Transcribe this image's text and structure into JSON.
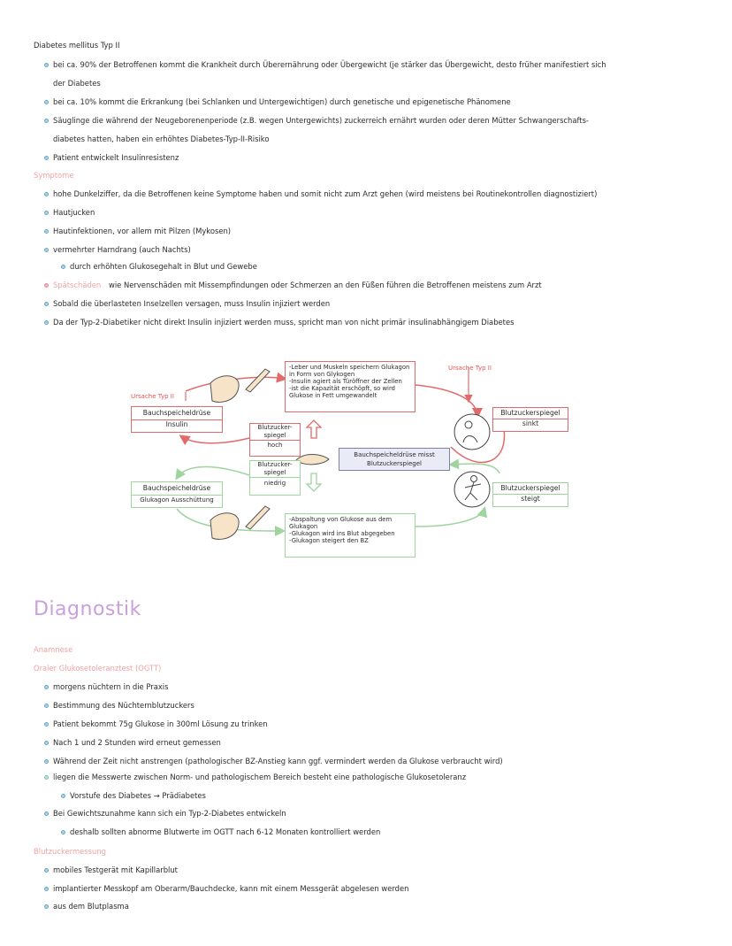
{
  "section1": {
    "heading": "Diabetes mellitus Typ II",
    "bullets": [
      "bei ca. 90% der Betroffenen kommt die Krankheit durch Überernährung oder Übergewicht (je stärker das Übergewicht, desto früher manifestiert sich",
      "der Diabetes",
      "bei ca. 10% kommt die Erkrankung (bei Schlanken und Untergewichtigen) durch genetische und epigenetische Phänomene",
      "Säuglinge die während der Neugeborenenperiode (z.B. wegen Untergewichts) zuckerreich ernährt wurden oder deren Mütter Schwangerschafts-",
      "diabetes hatten, haben ein erhöhtes Diabetes-Typ-II-Risiko",
      "Patient entwickelt Insulinresistenz"
    ]
  },
  "section2": {
    "heading": "Symptome",
    "bullets": [
      "hohe Dunkelziffer, da die Betroffenen keine Symptome haben und somit nicht zum Arzt gehen (wird meistens bei Routinekontrollen diagnostiziert)",
      "Hautjucken",
      "Hautinfektionen, vor allem mit Pilzen (Mykosen)",
      "vermehrter Harndrang (auch Nachts)",
      "durch erhöhten Glukosegehalt in Blut und Gewebe",
      "Spätschäden",
      "wie Nervenschäden mit Missempfindungen oder Schmerzen an den Füßen führen die Betroffenen meistens zum Arzt",
      "Sobald die überlasteten Inselzellen versagen, muss Insulin injiziert werden",
      "Da der Typ-2-Diabetiker nicht direkt Insulin injiziert werden muss, spricht man von nicht primär insulinabhängigem Diabetes"
    ]
  },
  "diagram": {
    "cause_left": "Ursache Typ II",
    "cause_right": "Ursache Typ II",
    "liver_box": "-Leber und Muskeln speichern Glukagon in Form von Glykogen\n-Insulin agiert als Türöffner der Zellen\n-ist die Kapazität erschöpft, so wird Glukose in Fett umgewandelt",
    "pancreas_insulin_title": "Bauchspeicheldrüse",
    "pancreas_insulin_sub": "Insulin",
    "bz_high_line1": "Blutzucker-",
    "bz_high_line2": "spiegel",
    "bz_high_value": "hoch",
    "bz_low_line1": "Blutzucker-",
    "bz_low_line2": "spiegel",
    "bz_low_value": "niedrig",
    "center_line1": "Bauchspeicheldrüse misst",
    "center_line2": "Blutzuckerspiegel",
    "bz_right_top_title": "Blutzuckerspiegel",
    "bz_right_top_value": "sinkt",
    "bz_right_bottom_title": "Blutzuckerspiegel",
    "bz_right_bottom_value": "steigt",
    "pancreas_glukagon_title": "Bauchspeicheldrüse",
    "pancreas_glukagon_sub": "Glukagon Ausschüttung",
    "glukagon_box": "-Abspaltung von Glukose aus dem Glukagon\n-Glukagon wird ins Blut abgegeben\n-Glukagon steigert den BZ"
  },
  "section3": {
    "title": "Diagnostik",
    "sub1": "Anamnese",
    "sub2": "Oraler Glukosetoleranztest (OGTT)",
    "bullets": [
      "morgens nüchtern in die Praxis",
      "Bestimmung des Nüchternblutzuckers",
      "Patient bekommt 75g Glukose in 300ml Lösung zu trinken",
      "Nach 1 und 2 Stunden wird erneut gemessen",
      "Während der Zeit nicht anstrengen (pathologischer BZ-Anstieg kann ggf. vermindert werden da Glukose verbraucht wird)",
      "liegen die Messwerte zwischen Norm- und pathologischem Bereich besteht eine pathologische Glukosetoleranz",
      "Vorstufe des Diabetes → Prädiabetes",
      "Bei Gewichtszunahme kann sich ein Typ-2-Diabetes entwickeln",
      "deshalb sollten abnorme Blutwerte im OGTT nach 6-12 Monaten kontrolliert werden"
    ],
    "sub3": "Blutzuckermessung",
    "bullets2": [
      "mobiles Testgerät mit Kapillarblut",
      "implantierter Messkopf am Oberarm/Bauchdecke, kann mit einem Messgerät abgelesen werden",
      "aus dem Blutplasma"
    ]
  }
}
